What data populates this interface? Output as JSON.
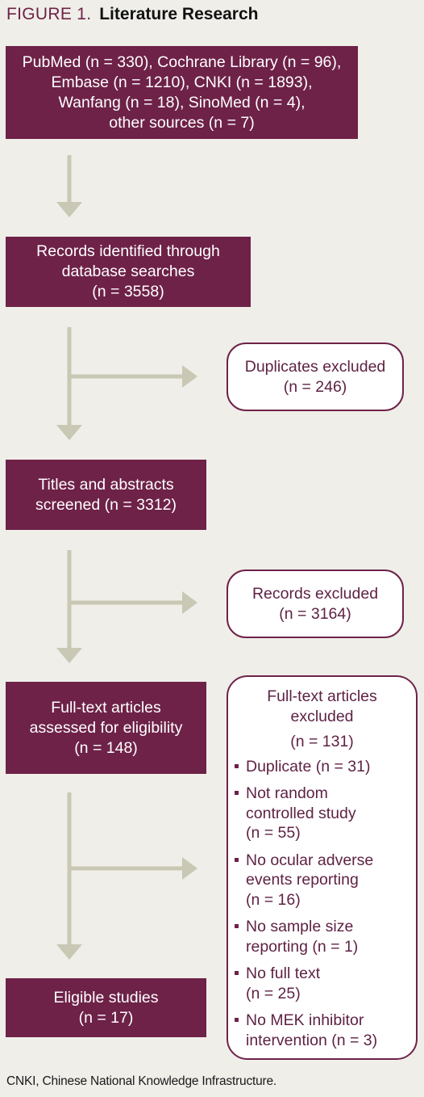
{
  "figure": {
    "label": "FIGURE 1.",
    "title": "Literature Research"
  },
  "colors": {
    "box_fill": "#6e2248",
    "arrow": "#c8c8b4",
    "background": "#efeee9"
  },
  "sources": {
    "lines": [
      "PubMed (n = 330), Cochrane Library (n = 96),",
      "Embase (n = 1210), CNKI (n = 1893),",
      "Wanfang (n = 18), SinoMed (n = 4),",
      "other sources (n = 7)"
    ]
  },
  "identified": {
    "lines": [
      "Records identified through",
      "database searches",
      "(n = 3558)"
    ]
  },
  "duplicates": {
    "lines": [
      "Duplicates excluded",
      "(n = 246)"
    ]
  },
  "screened": {
    "lines": [
      "Titles and abstracts",
      "screened (n = 3312)"
    ]
  },
  "records_excluded": {
    "lines": [
      "Records excluded",
      "(n = 3164)"
    ]
  },
  "assessed": {
    "lines": [
      "Full-text articles",
      "assessed for eligibility",
      "(n = 148)"
    ]
  },
  "fulltext_excluded": {
    "heading": [
      "Full-text articles",
      "excluded"
    ],
    "count": "(n = 131)",
    "reasons": [
      [
        "Duplicate (n = 31)"
      ],
      [
        "Not random",
        "controlled study",
        "(n = 55)"
      ],
      [
        "No ocular adverse",
        "events reporting",
        "(n = 16)"
      ],
      [
        "No sample size",
        "reporting (n = 1)"
      ],
      [
        "No full text",
        "(n = 25)"
      ],
      [
        "No MEK inhibitor",
        "intervention (n = 3)"
      ]
    ]
  },
  "eligible": {
    "lines": [
      "Eligible studies",
      "(n = 17)"
    ]
  },
  "footnote": "CNKI, Chinese National Knowledge Infrastructure."
}
